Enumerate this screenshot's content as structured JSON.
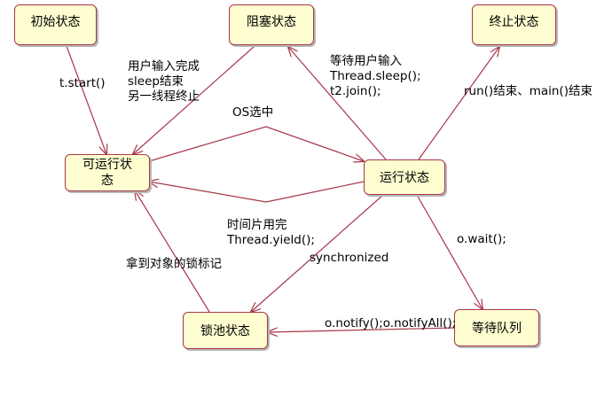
{
  "diagram": {
    "states": {
      "initial": "初始状态",
      "blocked": "阻塞状态",
      "terminated": "终止状态",
      "runnable": "可运行状\n态",
      "running": "运行状态",
      "lock_pool": "锁池状态",
      "wait_queue": "等待队列"
    },
    "transitions": {
      "start": "t.start()",
      "unblock": "用户输入完成\nsleep结束\n另一线程终止",
      "block": "等待用户输入\nThread.sleep();\nt2.join();",
      "terminate": "run()结束、main()结束",
      "os_select": "OS选中",
      "timeslice": "时间片用完\nThread.yield();",
      "acquire_lock": "拿到对象的锁标记",
      "synchronized": "synchronized",
      "wait": "o.wait();",
      "notify": "o.notify();o.notifyAll();"
    },
    "colors": {
      "state_fill": "#fefed0",
      "state_border": "#a8364a",
      "arrow": "#a8364a"
    }
  }
}
